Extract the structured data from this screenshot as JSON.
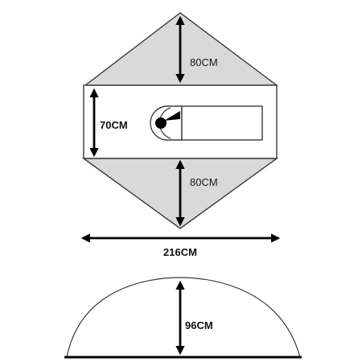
{
  "colors": {
    "panel": "#d9d9d9",
    "center": "#ffffff",
    "stroke": "#3a3a3a",
    "arrow": "#000000"
  },
  "top_view": {
    "top_height_label": "80CM",
    "center_height_label": "70CM",
    "bottom_height_label": "80CM",
    "width_label": "216CM"
  },
  "side_view": {
    "height_label": "96CM"
  }
}
